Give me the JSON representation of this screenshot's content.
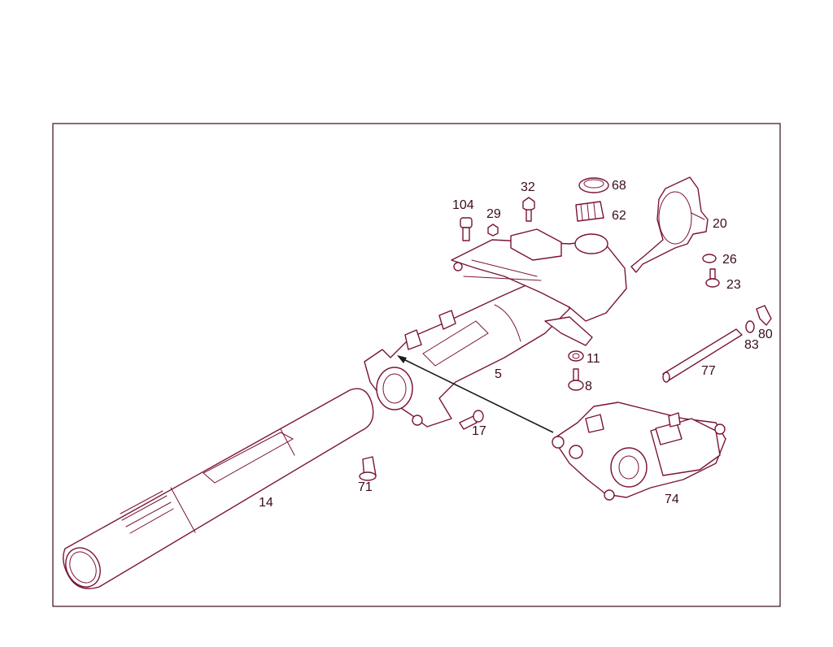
{
  "diagram": {
    "colors": {
      "line": "#7a1436",
      "frame": "#3a0c1c",
      "label": "#3a0c1c"
    },
    "labels": {
      "p104": "104",
      "p29": "29",
      "p32": "32",
      "p68": "68",
      "p62": "62",
      "p20": "20",
      "p26": "26",
      "p23": "23",
      "p80": "80",
      "p83": "83",
      "p11": "11",
      "p8": "8",
      "p77": "77",
      "p5": "5",
      "p17": "17",
      "p71": "71",
      "p14": "14",
      "p74": "74"
    }
  }
}
